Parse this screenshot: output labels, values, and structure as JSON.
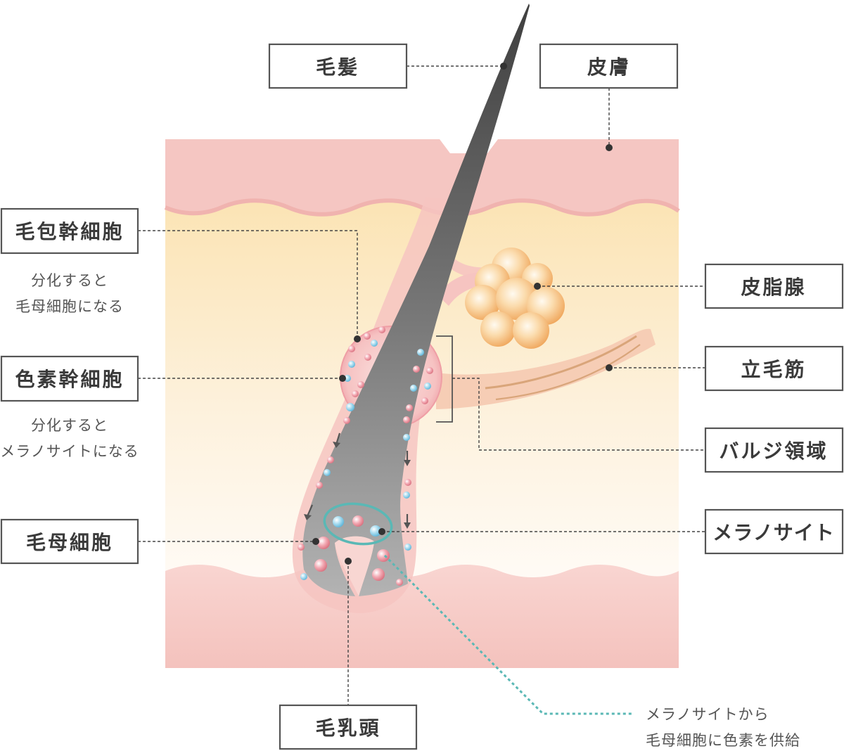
{
  "labels": {
    "hair": "毛髪",
    "skin": "皮膚",
    "follicle_stem": "毛包幹細胞",
    "follicle_stem_note_1": "分化すると",
    "follicle_stem_note_2": "毛母細胞になる",
    "pigment_stem": "色素幹細胞",
    "pigment_stem_note_1": "分化すると",
    "pigment_stem_note_2": "メラノサイトになる",
    "matrix": "毛母細胞",
    "papilla": "毛乳頭",
    "sebaceous": "皮脂腺",
    "arrector": "立毛筋",
    "bulge": "バルジ領域",
    "melanocyte": "メラノサイト",
    "supply_note_1": "メラノサイトから",
    "supply_note_2": "毛母細胞に色素を供給"
  },
  "colors": {
    "epidermis": "#f4c6c3",
    "dermis_top": "#fbe6b8",
    "dermis_bottom": "#fffaf3",
    "hypodermis": "#f5c8c4",
    "hair": "#555555",
    "sebaceous": "#f2b060",
    "muscle": "#f5c9b0",
    "melanocyte_ring": "#5ab8b5",
    "pink_cell": "#e88a96",
    "blue_cell": "#8ccfe8"
  }
}
